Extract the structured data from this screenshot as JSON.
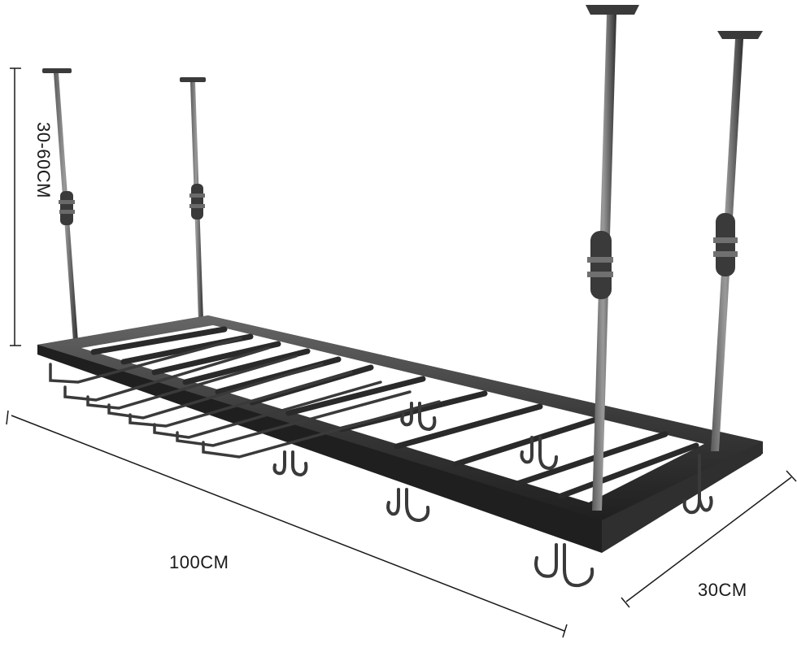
{
  "dimensions": {
    "height_range": "30-60CM",
    "length": "100CM",
    "depth": "30CM"
  },
  "colors": {
    "metal_dark": "#2b2b2b",
    "metal_mid": "#4a4a4a",
    "metal_light": "#8a8a8a",
    "dimension_line": "#1a1a1a",
    "background": "#ffffff"
  }
}
